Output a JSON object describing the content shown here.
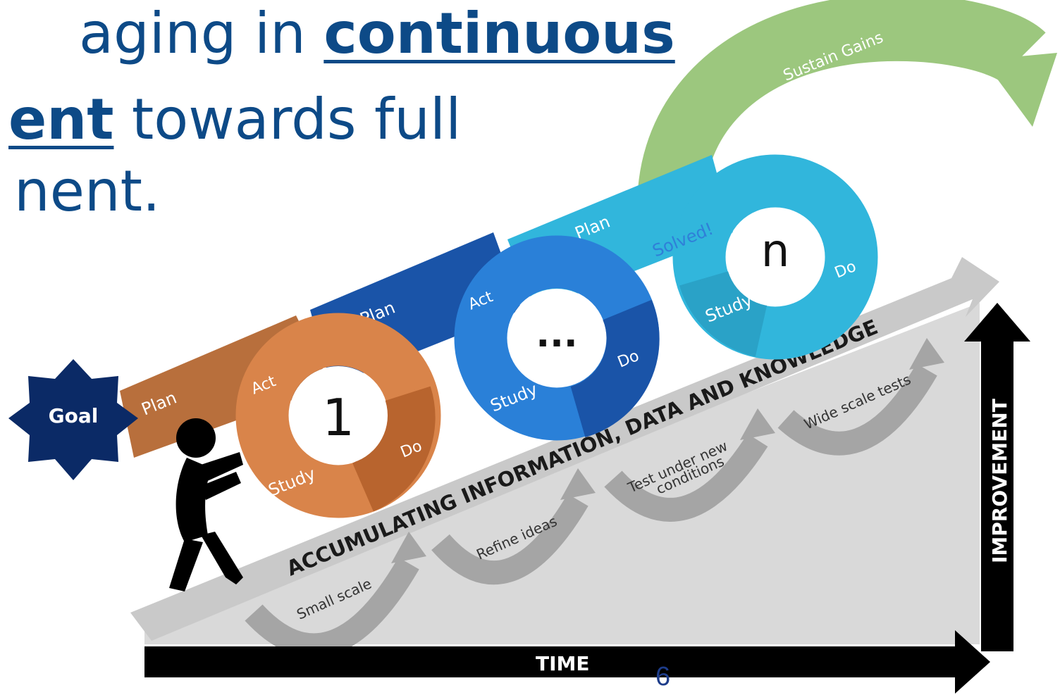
{
  "headline": {
    "line1_pre": "aging in ",
    "line1_bold": "continuous",
    "line2_bold": "ent",
    "line2_post": " towards full",
    "line3": "nent."
  },
  "diagram": {
    "goal_label": "Goal",
    "cycle1": {
      "plan": "Plan",
      "act": "Act",
      "number": "1",
      "study": "Study",
      "do": "Do"
    },
    "cycle2": {
      "plan": "Plan",
      "act": "Act",
      "number": "...",
      "study": "Study",
      "do": "Do"
    },
    "cycle3": {
      "plan": "Plan",
      "solved": "Solved!",
      "number": "n",
      "study": "Study",
      "do": "Do"
    },
    "sustain_gains": "Sustain Gains",
    "ramp_label": "ACCUMULATING INFORMATION, DATA AND KNOWLEDGE",
    "steps": [
      "Small scale",
      "Refine ideas",
      "Test under new",
      "conditions",
      "Wide scale tests"
    ],
    "time_label": "TIME",
    "improvement_label": "IMPROVEMENT"
  },
  "colors": {
    "headline_blue": "#0d4a87",
    "goal_navy": "#0b2a66",
    "brown": "#b86f3c",
    "orange": "#d9844a",
    "blue": "#1f73c7",
    "dark_blue": "#1a54a8",
    "cyan": "#31b6dc",
    "green": "#9cc77e",
    "gray": "#bdbdbd"
  },
  "slide_number": "6"
}
